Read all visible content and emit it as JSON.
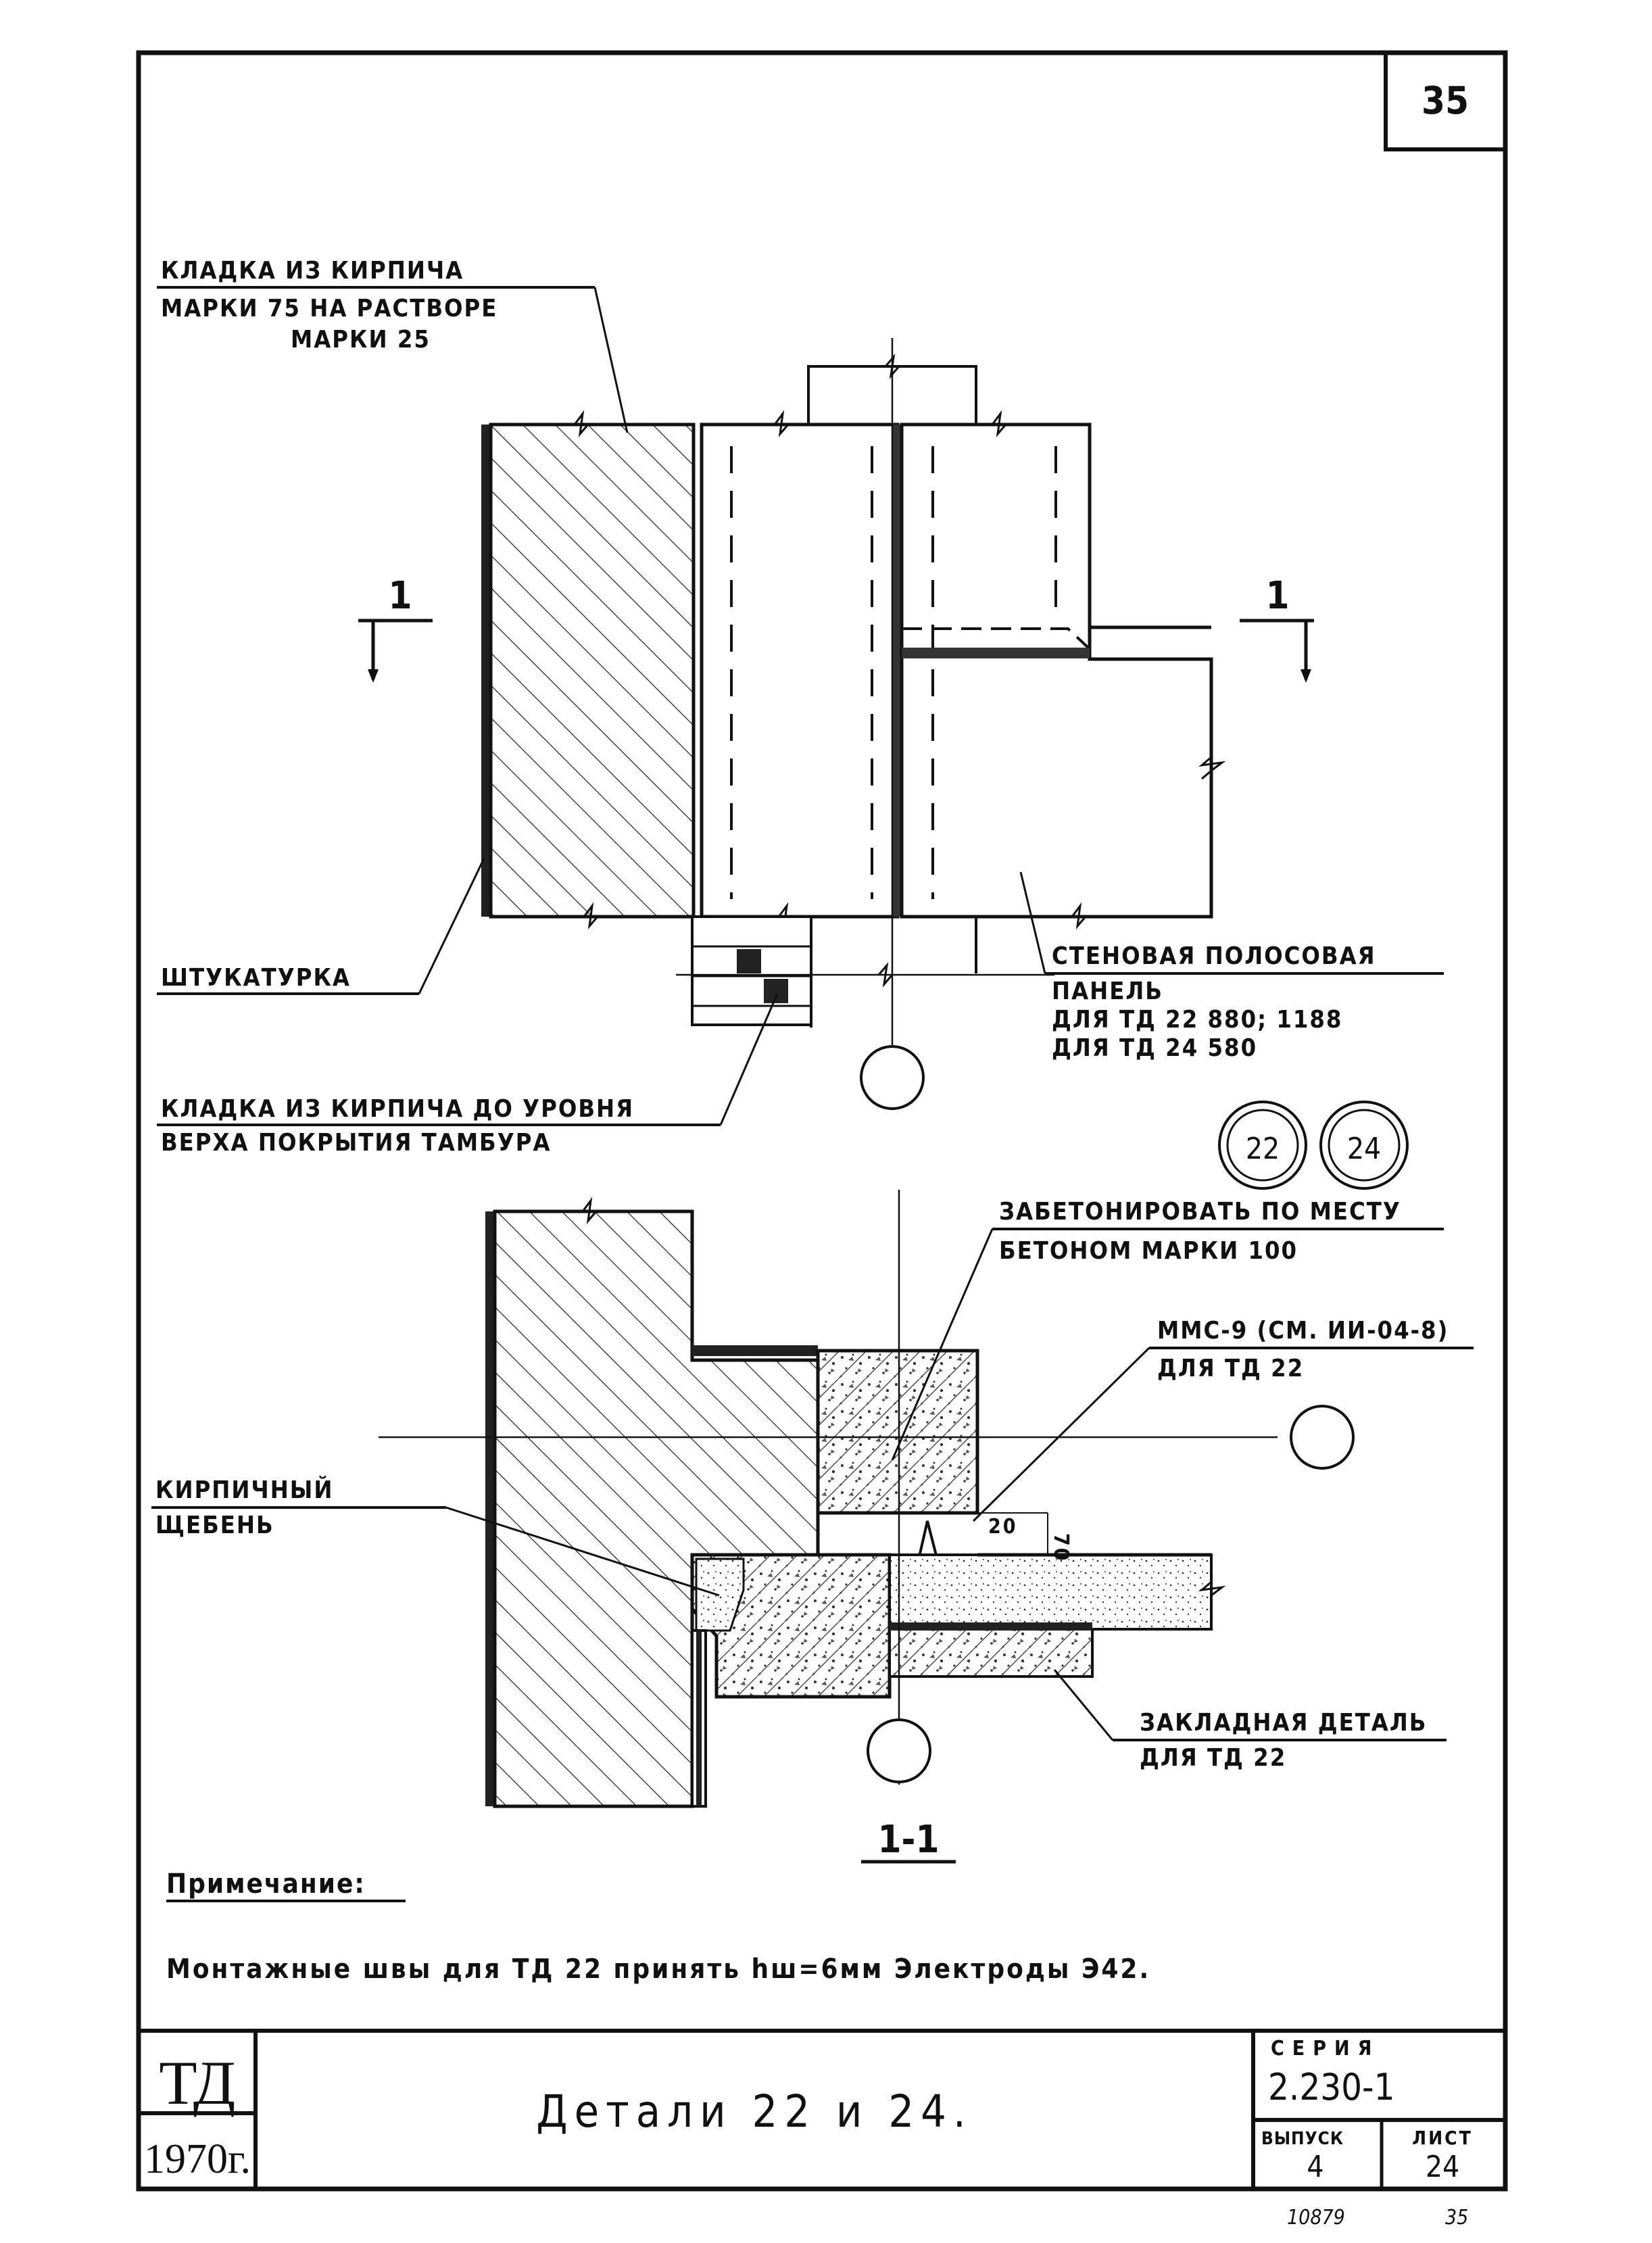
{
  "sheet_number": "35",
  "labels": {
    "brick_masonry_line1": "КЛАДКА ИЗ КИРПИЧА",
    "brick_masonry_line2": "МАРКИ 75 НА РАСТВОРЕ",
    "brick_masonry_line3": "МАРКИ 25",
    "plaster": "ШТУКАТУРКА",
    "masonry_to_level_line1": "КЛАДКА ИЗ КИРПИЧА ДО УРОВНЯ",
    "masonry_to_level_line2": "ВЕРХА ПОКРЫТИЯ ТАМБУРА",
    "wall_panel_line1": "СТЕНОВАЯ ПОЛОСОВАЯ",
    "wall_panel_line2": "ПАНЕЛЬ",
    "wall_panel_line3": "ДЛЯ ТД 22   880; 1188",
    "wall_panel_line4": "ДЛЯ ТД 24   580",
    "concrete_line1": "ЗАБЕТОНИРОВАТЬ ПО МЕСТУ",
    "concrete_line2": "БЕТОНОМ МАРКИ 100",
    "mms_line1": "ММС-9 (СМ. ИИ-04-8)",
    "mms_line2": "ДЛЯ ТД 22",
    "brick_rubble_line1": "КИРПИЧНЫЙ",
    "brick_rubble_line2": "ЩЕБЕНЬ",
    "embedded_line1": "ЗАКЛАДНАЯ ДЕТАЛЬ",
    "embedded_line2": "ДЛЯ ТД 22",
    "section_mark": "1",
    "section_title": "1-1",
    "detail_22": "22",
    "detail_24": "24",
    "dim_20": "20",
    "dim_70": "70"
  },
  "note": {
    "heading": "Примечание:",
    "text": "Монтажные швы для ТД 22 принять hш=6мм Электроды Э42."
  },
  "title_block": {
    "code": "ТД",
    "year": "1970г.",
    "title": "Детали 22 и 24.",
    "series_label": "СЕРИЯ",
    "series_value": "2.230-1",
    "issue_label": "ВЫПУСК",
    "issue_value": "4",
    "sheet_label": "ЛИСТ",
    "sheet_value": "24"
  },
  "footer": {
    "inventory_number": "10879",
    "page": "35"
  }
}
